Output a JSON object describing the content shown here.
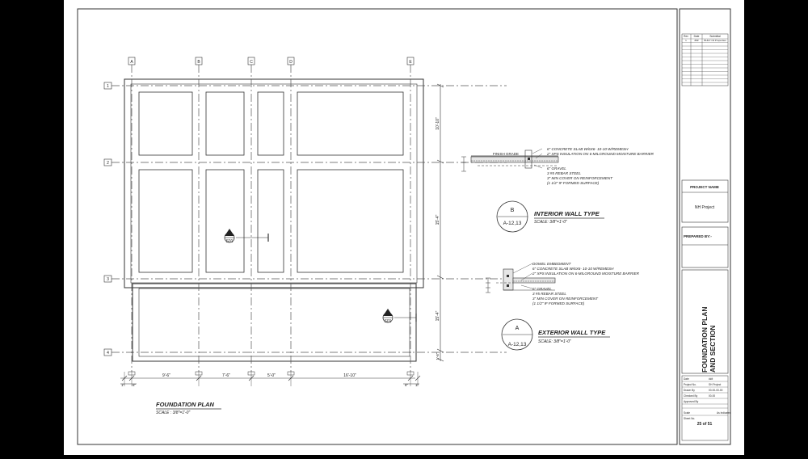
{
  "plan": {
    "title": "FOUNDATION PLAN",
    "scale": "SCALE : 3/8\"=1'-0\"",
    "col_grids": [
      "A",
      "B",
      "C",
      "D",
      "E"
    ],
    "row_grids": [
      "1",
      "2",
      "3",
      "4"
    ],
    "bottom_dims": [
      "9'-6\"",
      "7'-6\"",
      "5'-0\"",
      "16'-10\""
    ],
    "edge_dims": [
      "1\"",
      "8\"",
      "8\"",
      "1\""
    ],
    "right_dims": [
      "10'-10\"",
      "15'-4\"",
      "15'-4\"",
      "1'-6\""
    ],
    "section_markers": [
      {
        "letter": "A",
        "sheet": "S01"
      },
      {
        "letter": "A",
        "sheet": "S01"
      }
    ]
  },
  "interior": {
    "title": "INTERIOR WALL TYPE",
    "scale": "SCALE:  3/8\"=1'-0\"",
    "tag_letter": "B",
    "tag_ref": "A-12,13",
    "finish_grade": "FINISH GRADE",
    "notes": [
      "6\" CONCRETE SLAB W/6X6- 10-10 W/REMESH",
      "2\" XPS INSULATION ON 6-MILGROUND MOISTURE BARRIER",
      "6\" GRAVEL",
      "3 #5 REBAR STEEL",
      "3\" MIN COVER ON REINFORCEMENT",
      "(1 1/2\" IF FORMED SURFACE)"
    ]
  },
  "exterior": {
    "title": "EXTERIOR WALL TYPE",
    "scale": "SCALE:  3/8\"=1'-0\"",
    "tag_letter": "A",
    "tag_ref": "A-12,13",
    "notes": [
      "DOWEL EMBEDMENT",
      "6\" CONCRETE SLAB W/6X6- 10-10 W/REMESH",
      "2\" XPS INSULATION ON 6-MILGROUND MOISTURE BARRIER",
      "6\" GRAVEL",
      "3 #5 REBAR STEEL",
      "3\" MIN COVER ON REINFORCEMENT",
      "(1 1/2\" IF FORMED SURFACE)"
    ]
  },
  "title_block": {
    "rev_headers": [
      "Rev",
      "Date",
      "Submittal"
    ],
    "rev_row": [
      "1",
      "###",
      "BUILT Oil Properties"
    ],
    "project_name_label": "PROJECT NAME",
    "project_name": "NH Project",
    "prepared_by_label": "PREPARED BY:-",
    "sheet_title": "FOUNDATION PLAN AND SECTION",
    "info_rows": [
      [
        "Date",
        "###"
      ],
      [
        "Project No.",
        "SH Project"
      ],
      [
        "Drawn By",
        "00-00-00-00"
      ],
      [
        "Checked By",
        "00-00"
      ],
      [
        "Approved By",
        ""
      ]
    ],
    "scale_label": "Scale",
    "scale_value": "As Indicated",
    "sheet_no_label": "Sheet No.",
    "sheet_no": "25 of 51"
  }
}
